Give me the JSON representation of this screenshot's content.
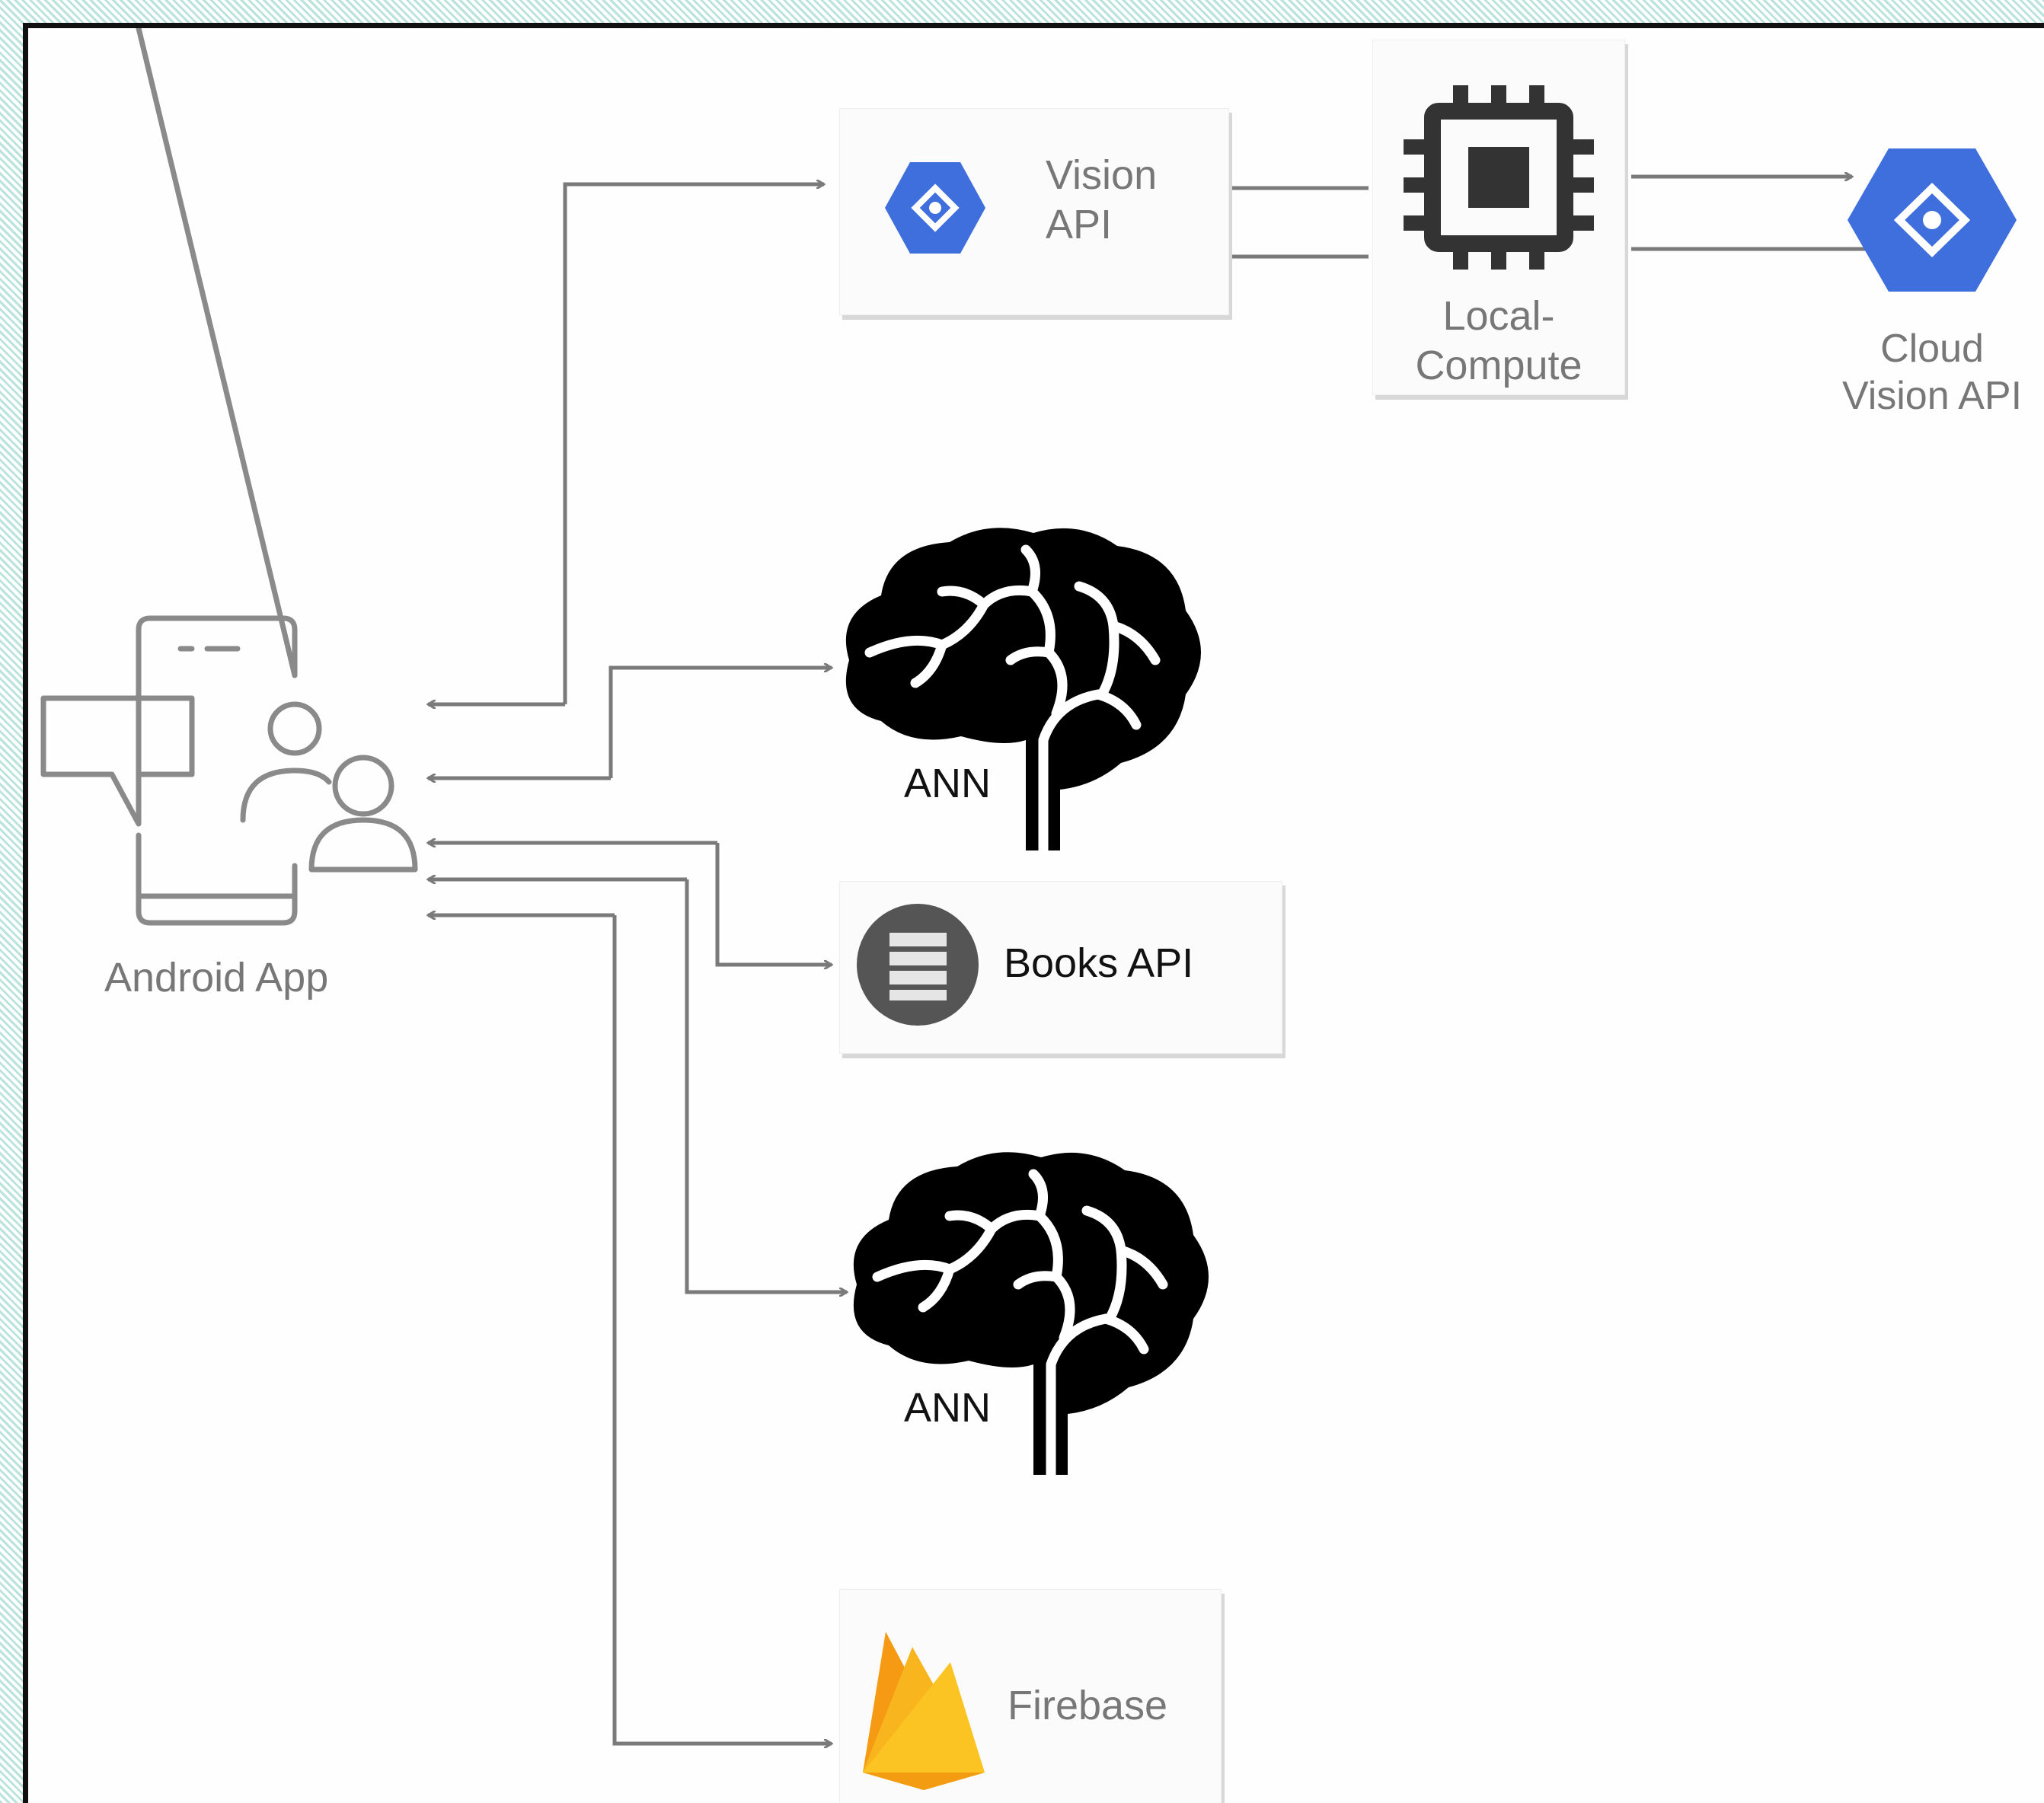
{
  "nodes": {
    "android_app": {
      "label": "Android App"
    },
    "vision_api": {
      "label_line1": "Vision",
      "label_line2": "API"
    },
    "local_compute": {
      "label_line1": "Local-",
      "label_line2": "Compute"
    },
    "cloud_vision_api": {
      "label_line1": "Cloud",
      "label_line2": "Vision API"
    },
    "ann_top": {
      "label": "ANN"
    },
    "books_api": {
      "label": "Books API"
    },
    "ann_bottom": {
      "label": "ANN"
    },
    "firebase": {
      "label": "Firebase"
    }
  },
  "icons": [
    "phone-users-chat-icon",
    "google-cloud-vision-icon",
    "cpu-chip-icon",
    "brain-icon",
    "database-icon",
    "firebase-icon"
  ],
  "colors": {
    "google_blue": "#3f6fdc",
    "line": "#7a7a7a",
    "firebase_orange": "#f59a12",
    "firebase_yellow": "#fbc423"
  }
}
